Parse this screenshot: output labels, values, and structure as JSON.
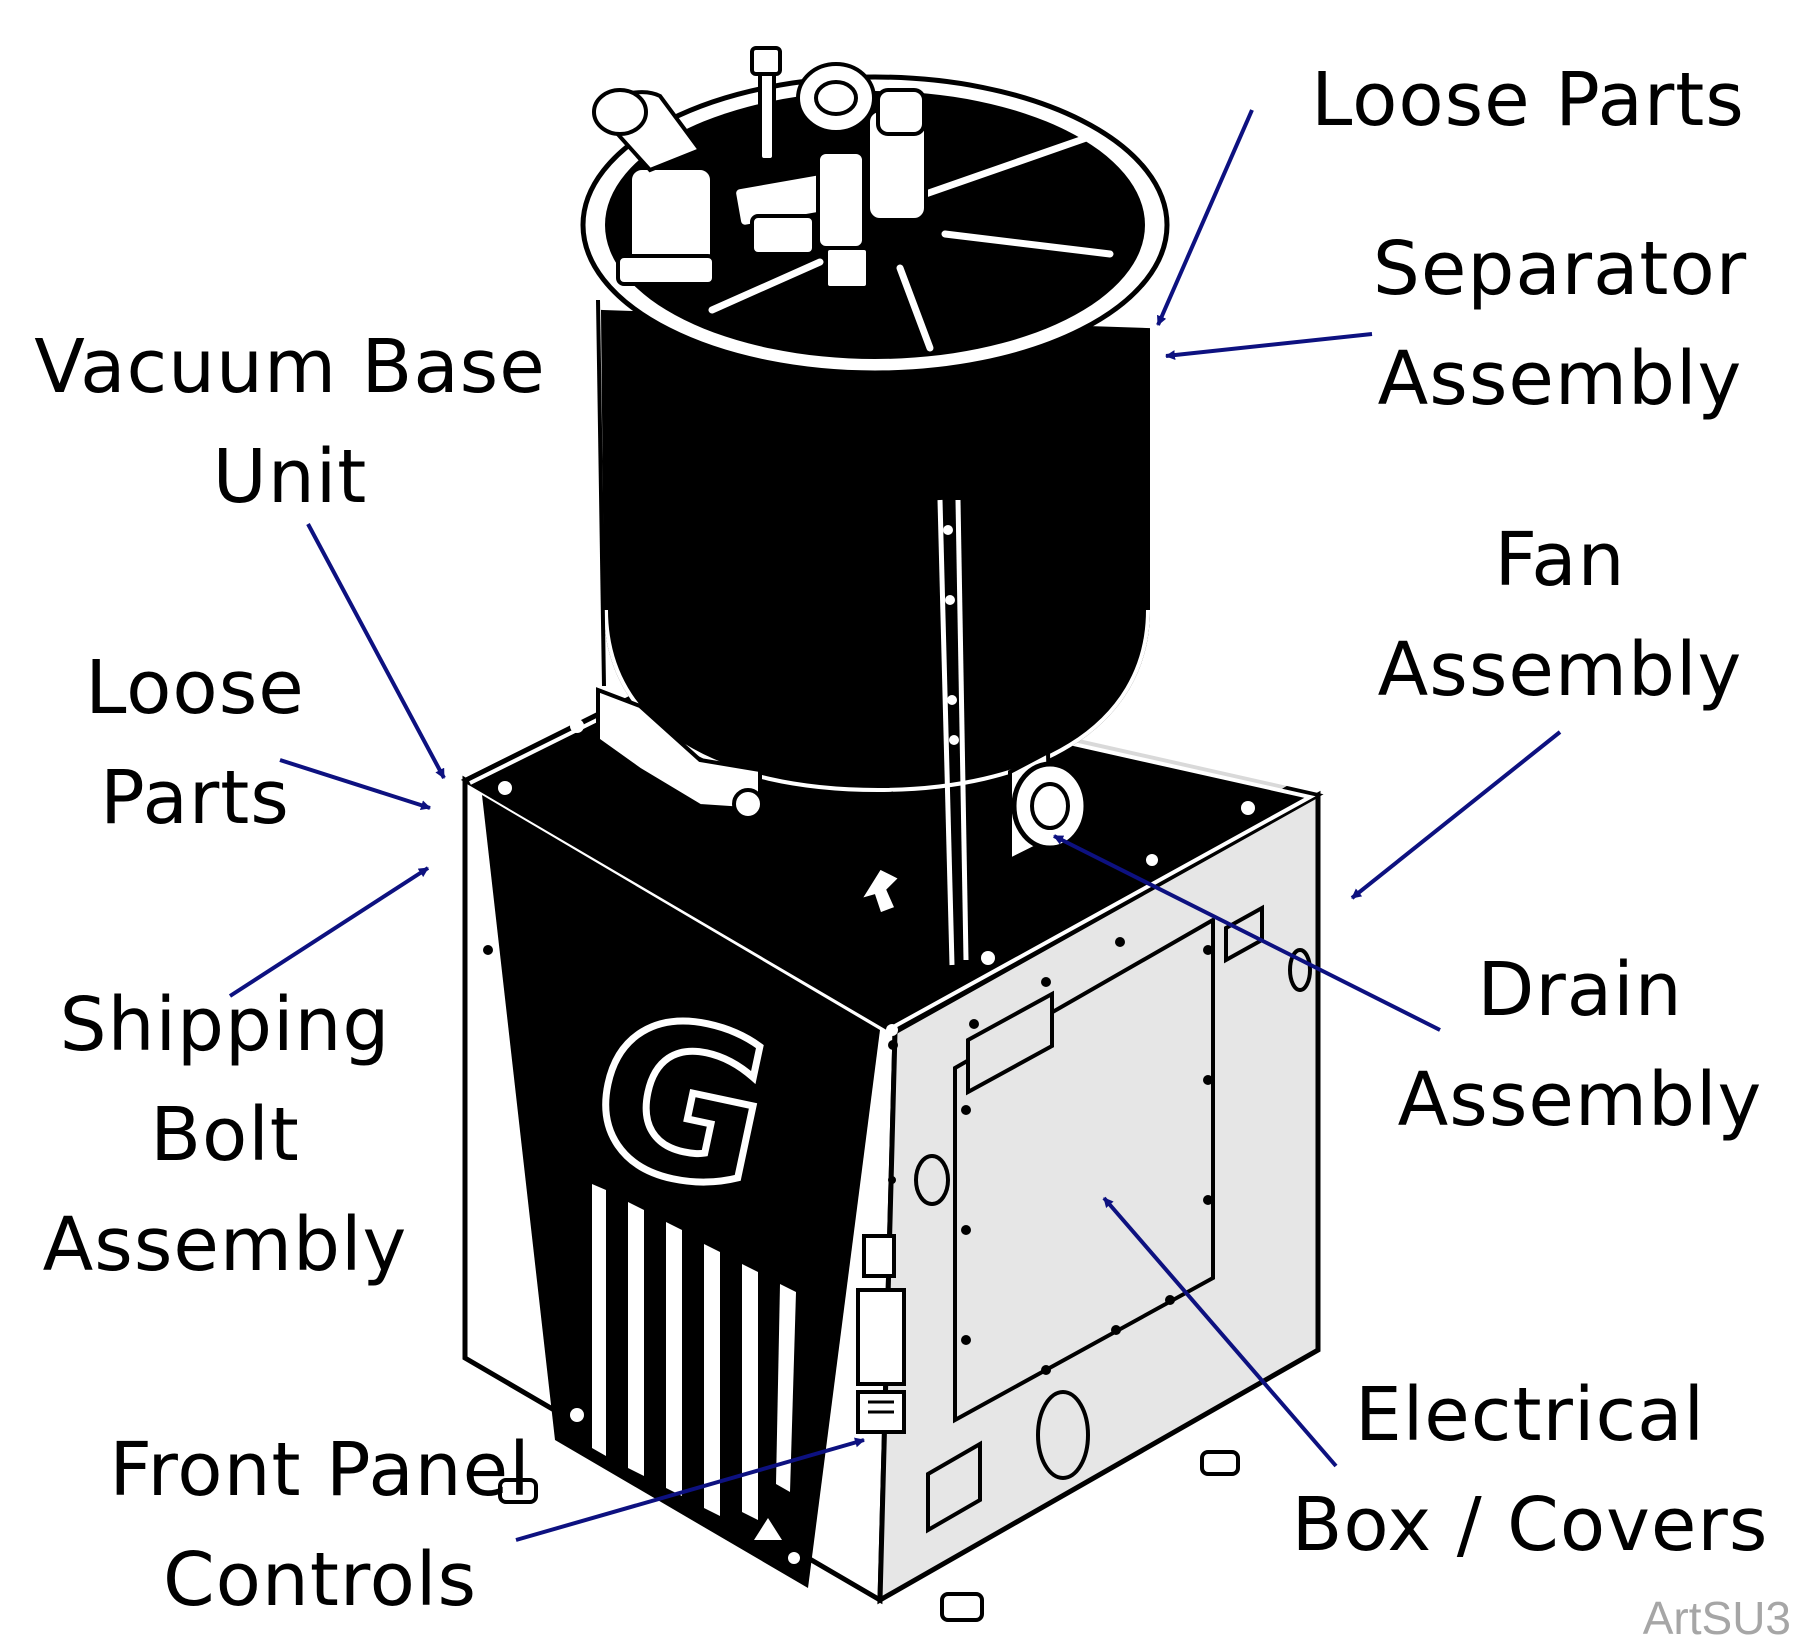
{
  "labels": {
    "loose_parts_top": "Loose Parts",
    "separator_line1": "Separator",
    "separator_line2": "Assembly",
    "vacuum_line1": "Vacuum Base",
    "vacuum_line2": "Unit",
    "fan_line1": "Fan",
    "fan_line2": "Assembly",
    "loose_parts_left_line1": "Loose",
    "loose_parts_left_line2": "Parts",
    "shipping_line1": "Shipping",
    "shipping_line2": "Bolt",
    "shipping_line3": "Assembly",
    "drain_line1": "Drain",
    "drain_line2": "Assembly",
    "electrical_line1": "Electrical",
    "electrical_line2": "Box / Covers",
    "front_panel_line1": "Front Panel",
    "front_panel_line2": "Controls"
  },
  "logo_letter": "G",
  "art_code": "ArtSU3",
  "colors": {
    "arrow": "#0d1180",
    "ink": "#000000",
    "panel_light": "#e6e6e6",
    "art_code": "#a6a6a6"
  }
}
